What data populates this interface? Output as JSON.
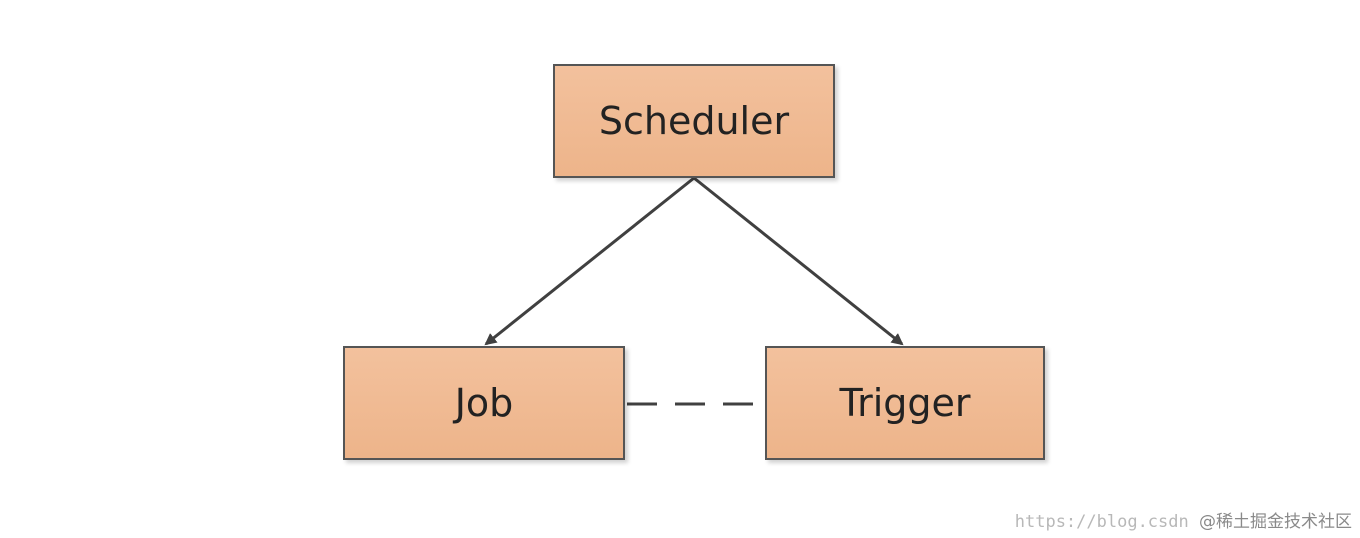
{
  "diagram": {
    "nodes": {
      "scheduler": "Scheduler",
      "job": "Job",
      "trigger": "Trigger"
    },
    "edges": [
      {
        "from": "scheduler",
        "to": "job",
        "style": "solid-arrow"
      },
      {
        "from": "scheduler",
        "to": "trigger",
        "style": "solid-arrow"
      },
      {
        "from": "job",
        "to": "trigger",
        "style": "dashed"
      }
    ],
    "colors": {
      "node_fill": "#f0b88f",
      "node_border": "#555555",
      "edge": "#404040"
    }
  },
  "watermark": {
    "url": "https://blog.csdn",
    "brand": "@稀土掘金技术社区"
  }
}
